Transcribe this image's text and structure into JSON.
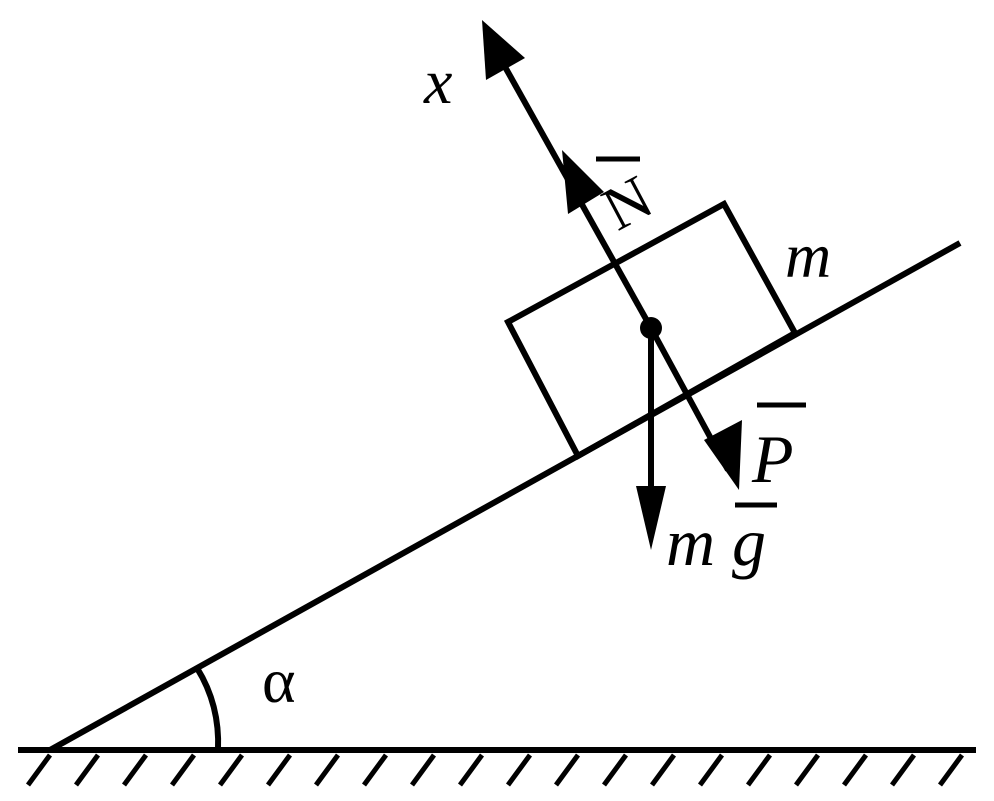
{
  "diagram": {
    "labels": {
      "axis": "x",
      "normal_force": "N",
      "mass": "m",
      "pressure_force": "P",
      "gravity_m": "m",
      "gravity_g": "g",
      "angle": "α"
    },
    "colors": {
      "ink": "#000000",
      "background": "#ffffff"
    }
  }
}
